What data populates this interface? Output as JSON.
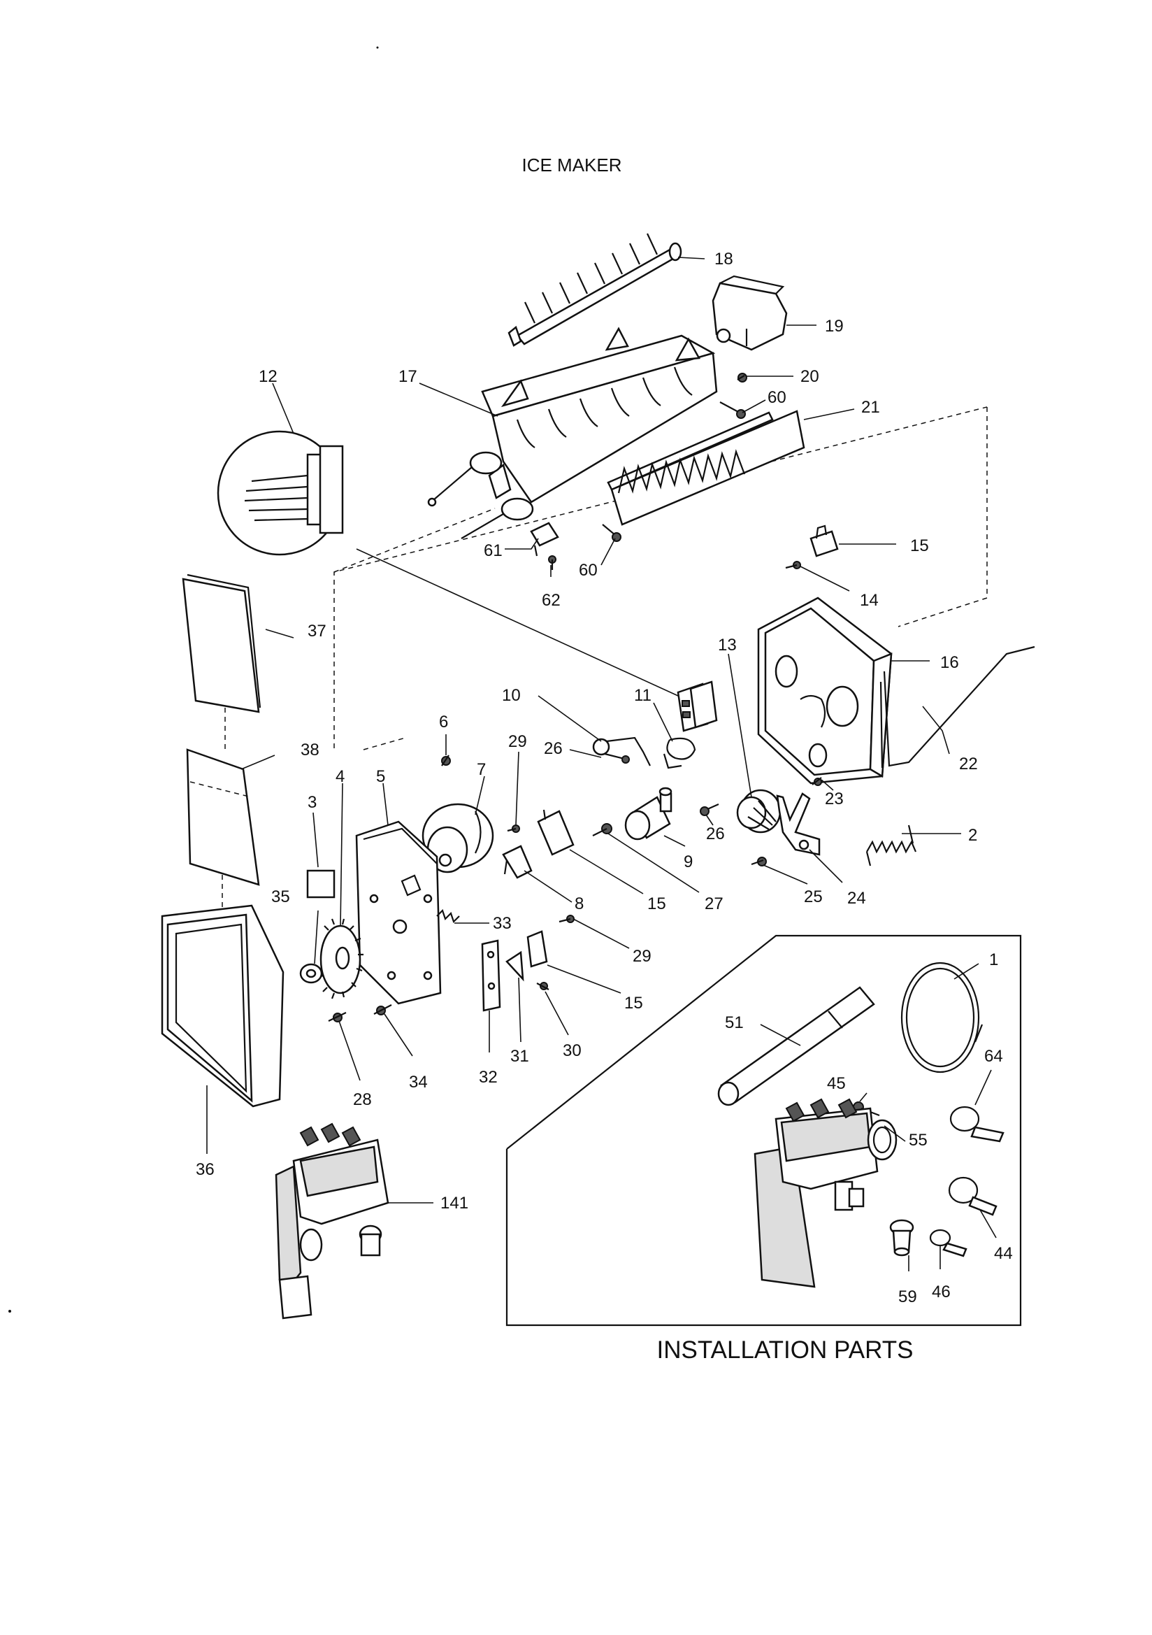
{
  "title": "ICE MAKER",
  "installation_title": "INSTALLATION PARTS",
  "callouts": [
    {
      "id": "c18",
      "text": "18"
    },
    {
      "id": "c19",
      "text": "19"
    },
    {
      "id": "c20",
      "text": "20"
    },
    {
      "id": "c60a",
      "text": "60"
    },
    {
      "id": "c21",
      "text": "21"
    },
    {
      "id": "c12",
      "text": "12"
    },
    {
      "id": "c17",
      "text": "17"
    },
    {
      "id": "c61",
      "text": "61"
    },
    {
      "id": "c60b",
      "text": "60"
    },
    {
      "id": "c62",
      "text": "62"
    },
    {
      "id": "c15a",
      "text": "15"
    },
    {
      "id": "c14",
      "text": "14"
    },
    {
      "id": "c37",
      "text": "37"
    },
    {
      "id": "c13",
      "text": "13"
    },
    {
      "id": "c16",
      "text": "16"
    },
    {
      "id": "c10",
      "text": "10"
    },
    {
      "id": "c11",
      "text": "11"
    },
    {
      "id": "c22",
      "text": "22"
    },
    {
      "id": "c6",
      "text": "6"
    },
    {
      "id": "c29a",
      "text": "29"
    },
    {
      "id": "c26a",
      "text": "26"
    },
    {
      "id": "c38",
      "text": "38"
    },
    {
      "id": "c4",
      "text": "4"
    },
    {
      "id": "c5",
      "text": "5"
    },
    {
      "id": "c7",
      "text": "7"
    },
    {
      "id": "c3",
      "text": "3"
    },
    {
      "id": "c23",
      "text": "23"
    },
    {
      "id": "c26b",
      "text": "26"
    },
    {
      "id": "c2",
      "text": "2"
    },
    {
      "id": "c9",
      "text": "9"
    },
    {
      "id": "c8",
      "text": "8"
    },
    {
      "id": "c15b",
      "text": "15"
    },
    {
      "id": "c27",
      "text": "27"
    },
    {
      "id": "c25",
      "text": "25"
    },
    {
      "id": "c24",
      "text": "24"
    },
    {
      "id": "c35",
      "text": "35"
    },
    {
      "id": "c33",
      "text": "33"
    },
    {
      "id": "c29b",
      "text": "29"
    },
    {
      "id": "c1",
      "text": "1"
    },
    {
      "id": "c15c",
      "text": "15"
    },
    {
      "id": "c51",
      "text": "51"
    },
    {
      "id": "c30",
      "text": "30"
    },
    {
      "id": "c31",
      "text": "31"
    },
    {
      "id": "c32",
      "text": "32"
    },
    {
      "id": "c34",
      "text": "34"
    },
    {
      "id": "c28",
      "text": "28"
    },
    {
      "id": "c64",
      "text": "64"
    },
    {
      "id": "c45",
      "text": "45"
    },
    {
      "id": "c36",
      "text": "36"
    },
    {
      "id": "c55",
      "text": "55"
    },
    {
      "id": "c141",
      "text": "141"
    },
    {
      "id": "c44",
      "text": "44"
    },
    {
      "id": "c59",
      "text": "59"
    },
    {
      "id": "c46",
      "text": "46"
    }
  ]
}
